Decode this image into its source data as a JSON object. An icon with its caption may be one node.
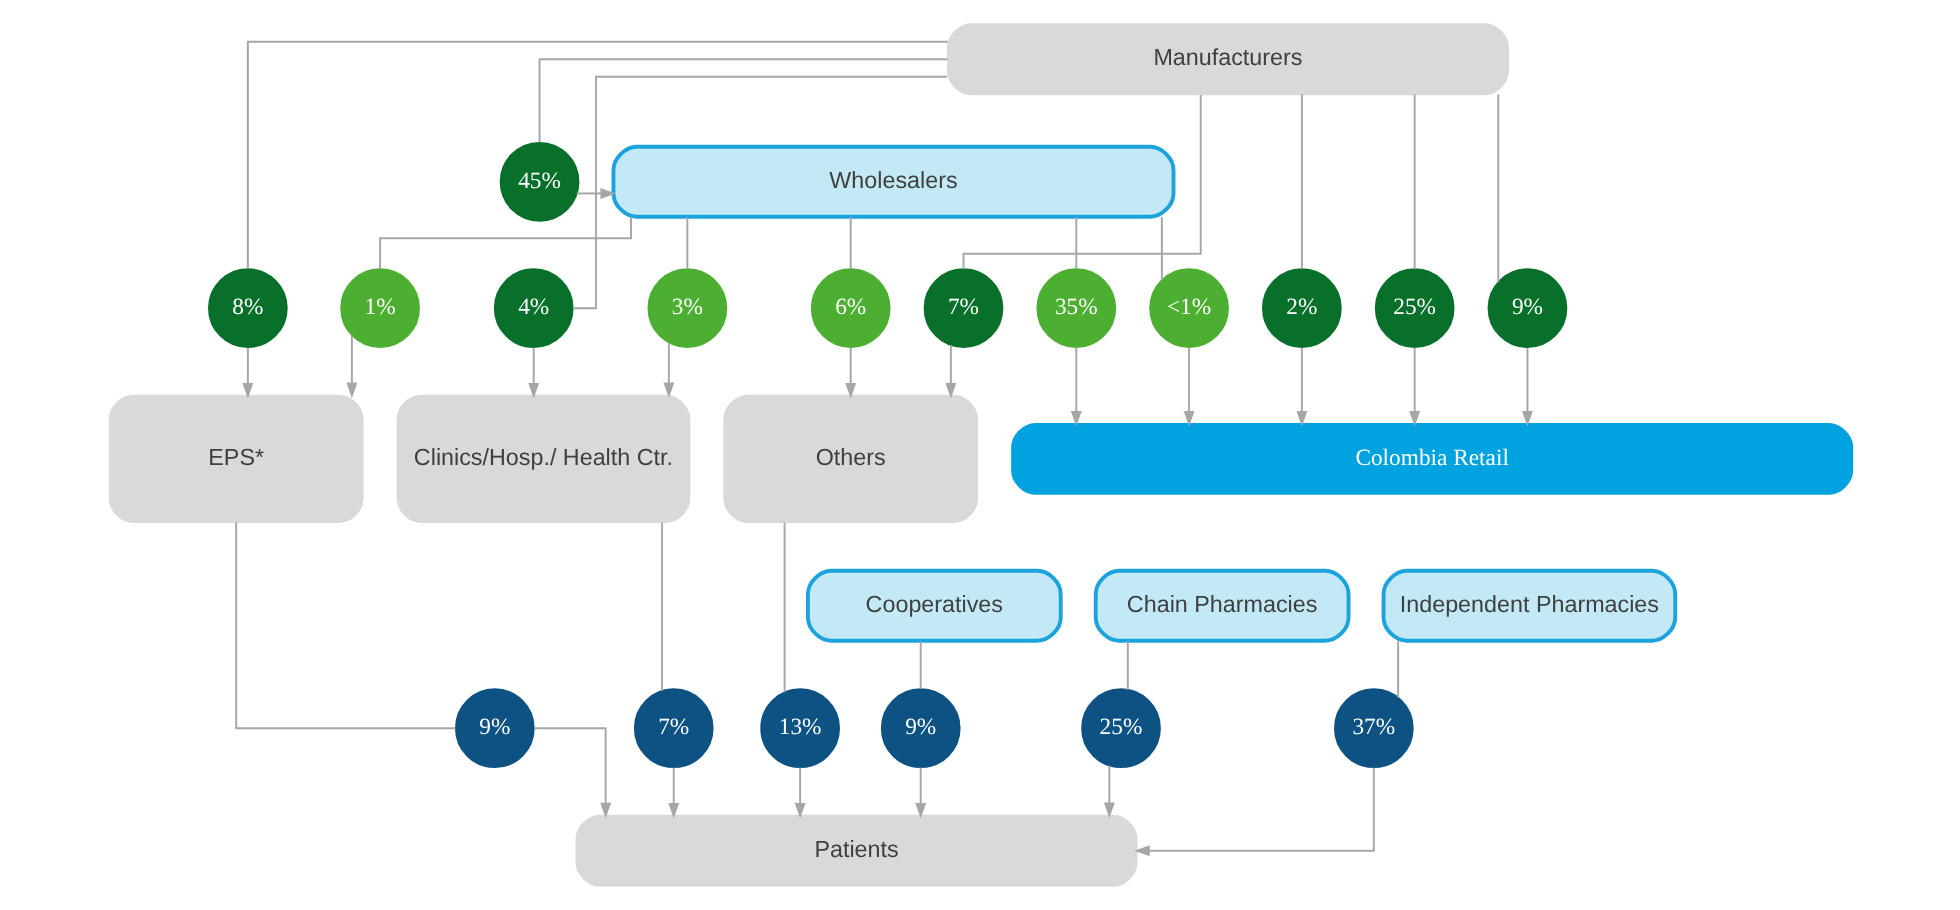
{
  "diagram": {
    "nodes": [
      {
        "text": [
          "Manufacturers"
        ]
      },
      {
        "text": [
          "Wholesalers"
        ]
      },
      {
        "text": [
          "45%"
        ]
      },
      {
        "text": [
          "25%"
        ]
      },
      {
        "text": [
          "2%"
        ]
      },
      {
        "text": [
          "9%"
        ]
      },
      {
        "text": [
          "4%"
        ]
      },
      {
        "text": [
          "8%"
        ]
      },
      {
        "text": [
          "7%"
        ]
      },
      {
        "text": [
          "35%"
        ]
      },
      {
        "text": [
          "<1%"
        ]
      },
      {
        "text": [
          "3%"
        ]
      },
      {
        "text": [
          "1%"
        ]
      },
      {
        "text": [
          "6%"
        ]
      },
      {
        "text": [
          "Colombia Retail"
        ]
      },
      {
        "text": [
          "Chain Pharmacies"
        ]
      },
      {
        "text": [
          "Independent Pharmacies"
        ]
      },
      {
        "text": [
          "Cooperatives"
        ]
      },
      {
        "text": [
          "Clinics/Hosp./ Health Ctr."
        ]
      },
      {
        "text": [
          "EPS*"
        ]
      },
      {
        "text": [
          "Others"
        ]
      },
      {
        "text": [
          "25%"
        ]
      },
      {
        "text": [
          "37%"
        ]
      },
      {
        "text": [
          "9%"
        ]
      },
      {
        "text": [
          "7%"
        ]
      },
      {
        "text": [
          "9%"
        ]
      },
      {
        "text": [
          "13%"
        ]
      },
      {
        "text": [
          "Patients"
        ]
      }
    ],
    "edges": [
      {
        "from": 0,
        "to": 2,
        "arrow": "none"
      },
      {
        "from": 2,
        "to": 1,
        "arrow": "to"
      },
      {
        "from": 0,
        "to": 3,
        "arrow": "none"
      },
      {
        "from": 0,
        "to": 4,
        "arrow": "none"
      },
      {
        "from": 0,
        "to": 5,
        "arrow": "none"
      },
      {
        "from": 0,
        "to": 6,
        "arrow": "none"
      },
      {
        "from": 0,
        "to": 7,
        "arrow": "none"
      },
      {
        "from": 0,
        "to": 8,
        "arrow": "none"
      },
      {
        "from": 1,
        "to": 9,
        "arrow": "none"
      },
      {
        "from": 1,
        "to": 10,
        "arrow": "none"
      },
      {
        "from": 1,
        "to": 11,
        "arrow": "none"
      },
      {
        "from": 1,
        "to": 12,
        "arrow": "none"
      },
      {
        "from": 1,
        "to": 13,
        "arrow": "none"
      },
      {
        "from": 3,
        "to": 14,
        "arrow": "to"
      },
      {
        "from": 9,
        "to": 14,
        "arrow": "to"
      },
      {
        "from": 4,
        "to": 14,
        "arrow": "to"
      },
      {
        "from": 10,
        "to": 14,
        "arrow": "to"
      },
      {
        "from": 5,
        "to": 14,
        "arrow": "to"
      },
      {
        "from": 11,
        "to": 18,
        "arrow": "to"
      },
      {
        "from": 6,
        "to": 18,
        "arrow": "to"
      },
      {
        "from": 12,
        "to": 19,
        "arrow": "to"
      },
      {
        "from": 7,
        "to": 19,
        "arrow": "to"
      },
      {
        "from": 8,
        "to": 20,
        "arrow": "to"
      },
      {
        "from": 13,
        "to": 20,
        "arrow": "to"
      },
      {
        "from": 15,
        "to": 21,
        "arrow": "none"
      },
      {
        "from": 16,
        "to": 22,
        "arrow": "none"
      },
      {
        "from": 17,
        "to": 23,
        "arrow": "none"
      },
      {
        "from": 18,
        "to": 24,
        "arrow": "none"
      },
      {
        "from": 19,
        "to": 25,
        "arrow": "none"
      },
      {
        "from": 20,
        "to": 26,
        "arrow": "none"
      },
      {
        "from": 21,
        "to": 27,
        "arrow": "to"
      },
      {
        "from": 22,
        "to": 27,
        "arrow": "to"
      },
      {
        "from": 23,
        "to": 27,
        "arrow": "to"
      },
      {
        "from": 24,
        "to": 27,
        "arrow": "to"
      },
      {
        "from": 25,
        "to": 27,
        "arrow": "to"
      },
      {
        "from": 26,
        "to": 27,
        "arrow": "to"
      }
    ]
  }
}
